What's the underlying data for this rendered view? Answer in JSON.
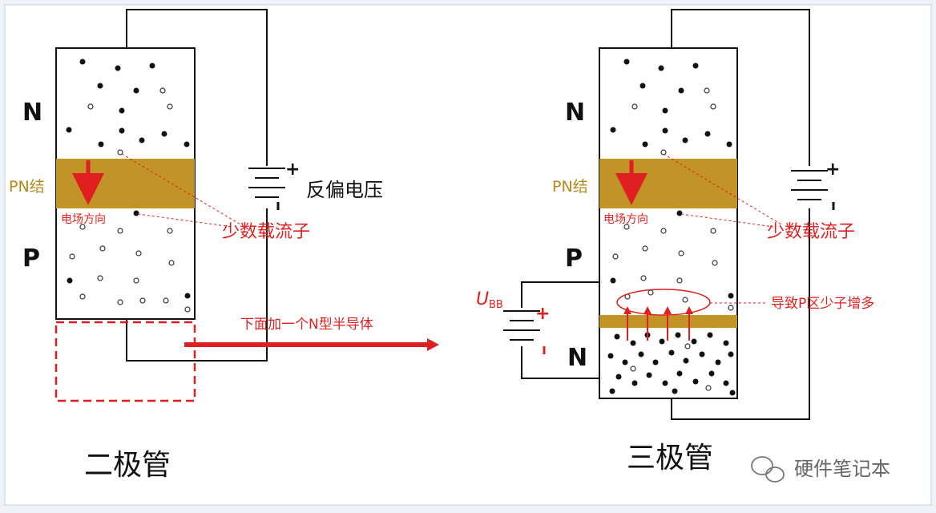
{
  "diode": {
    "caption": "二极管",
    "top_region": "N",
    "bottom_region": "P",
    "junction": "PN结",
    "field_dir": "电场方向",
    "minority": "少数载流子",
    "voltage": "反偏电压",
    "added": "下面加一个N型半导体"
  },
  "transistor": {
    "caption": "三极管",
    "top_region": "N",
    "mid_region": "P",
    "bottom_region": "N",
    "junction": "PN结",
    "field_dir": "电场方向",
    "minority": "少数载流子",
    "ubb_main": "U",
    "ubb_sub": "BB",
    "result": "导致P区少子增多"
  },
  "watermark": "硬件笔记本",
  "colors": {
    "junction": "#c29428",
    "red": "#e02020",
    "pn_label": "#b58a1a"
  }
}
